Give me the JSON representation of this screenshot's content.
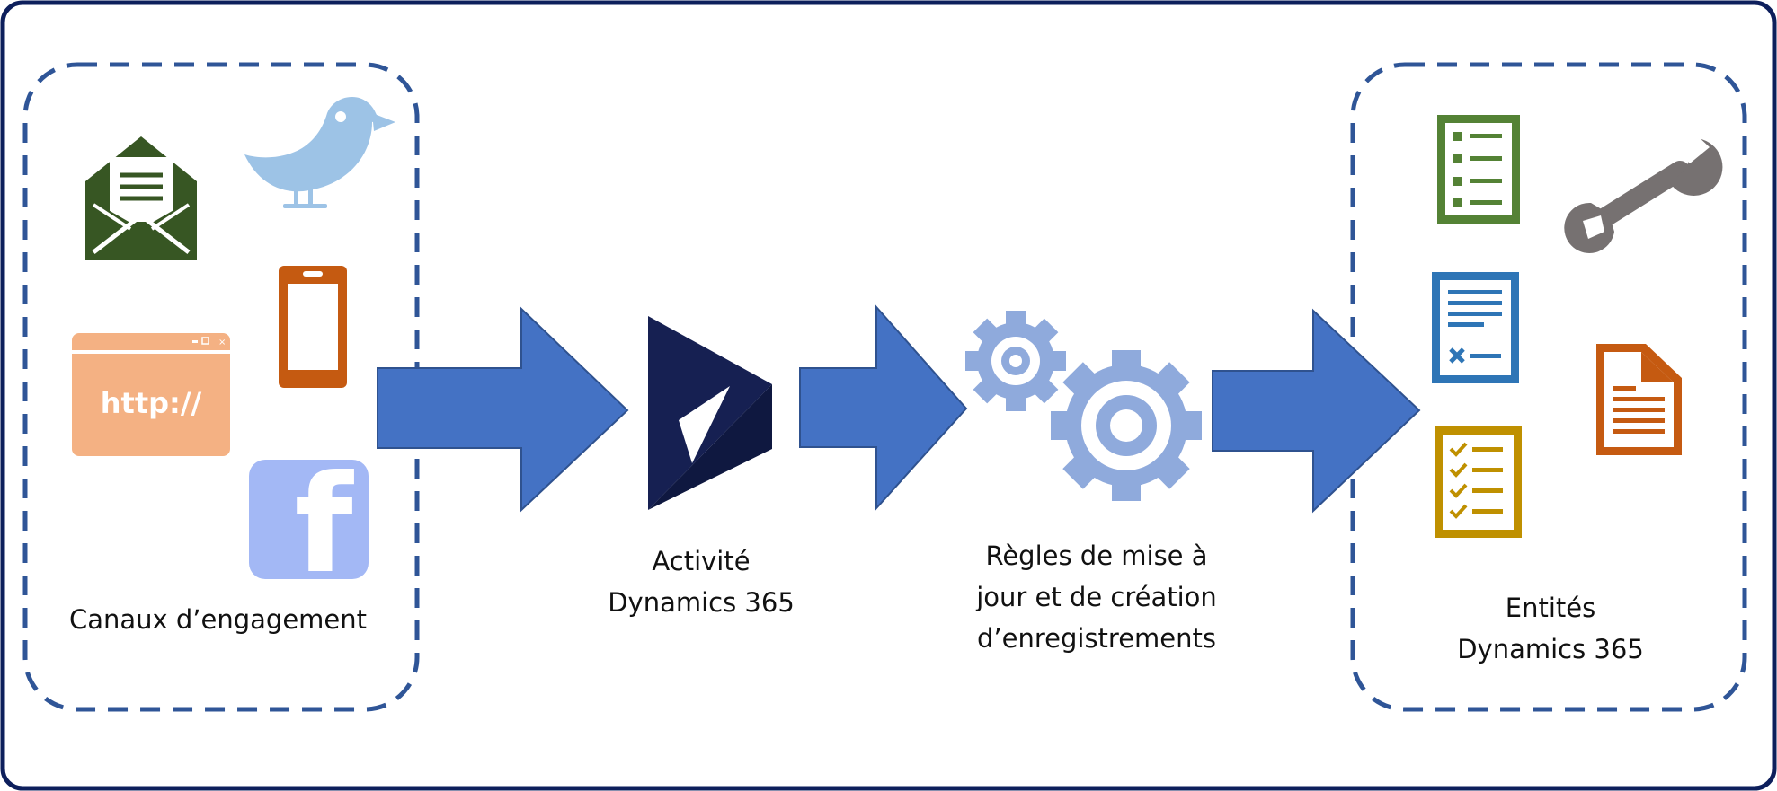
{
  "colors": {
    "frame": "#0d1f5c",
    "dashed_group": "#2f5597",
    "arrow_fill": "#4472c4",
    "arrow_stroke": "#2f528f",
    "dynamics_logo": "#162052",
    "gears": "#8faadc",
    "email_icon": "#375623",
    "twitter_icon": "#9dc3e6",
    "phone_icon": "#c55a11",
    "web_icon": "#f4b183",
    "facebook_icon": "#a3b8f5",
    "list_green": "#548235",
    "form_blue": "#2e75b6",
    "checklist_gold": "#bf9000",
    "document_orange": "#c55a11",
    "wrench_gray": "#767171"
  },
  "icons": {
    "email": "email-icon",
    "twitter": "twitter-bird-icon",
    "phone": "mobile-phone-icon",
    "web": "web-browser-icon",
    "facebook": "facebook-icon",
    "dynamics": "dynamics-365-logo-icon",
    "gears": "gears-icon",
    "list": "list-icon",
    "form": "form-icon",
    "checklist": "checklist-icon",
    "document": "document-icon",
    "wrench": "wrench-icon"
  },
  "web_icon_text": "http://",
  "facebook_letter": "f",
  "labels": {
    "channels": "Canaux d’engagement",
    "activity_line1": "Activité",
    "activity_line2": "Dynamics 365",
    "rules_line1": "Règles de mise à",
    "rules_line2": "jour et de création",
    "rules_line3": "d’enregistrements",
    "entities_line1": "Entités",
    "entities_line2": "Dynamics 365"
  }
}
